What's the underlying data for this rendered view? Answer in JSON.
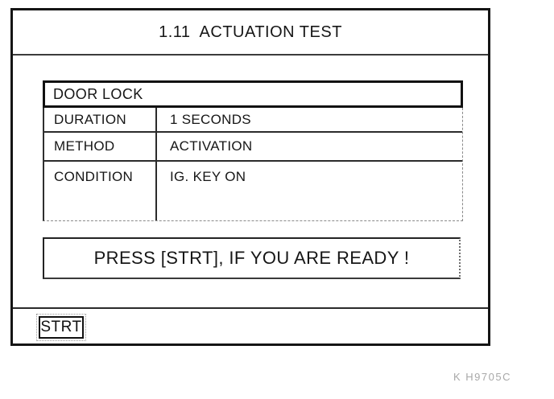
{
  "screen": {
    "title": "1.11  ACTUATION TEST",
    "test": {
      "name": "DOOR LOCK",
      "rows": [
        {
          "label": "DURATION",
          "value": "1 SECONDS"
        },
        {
          "label": "METHOD",
          "value": "ACTIVATION"
        },
        {
          "label": "CONDITION",
          "value": "IG. KEY ON"
        }
      ]
    },
    "prompt": "PRESS [STRT], IF YOU ARE READY !",
    "softkeys": [
      {
        "label": "STRT"
      }
    ]
  },
  "figure": {
    "code": "K H9705C"
  },
  "colors": {
    "ink": "#161616",
    "faint": "#a8a8a8",
    "background": "#ffffff"
  }
}
